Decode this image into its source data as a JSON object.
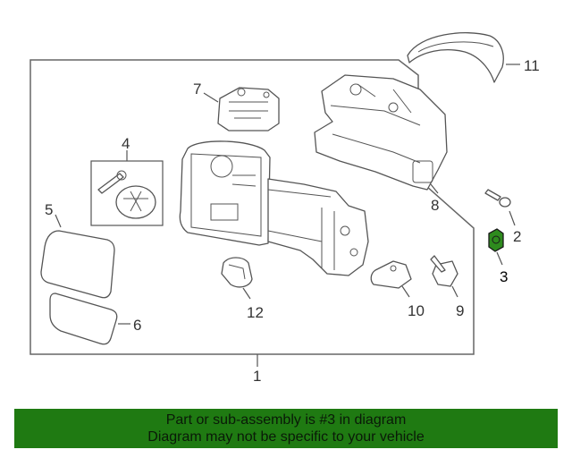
{
  "diagram": {
    "callouts": {
      "c1": "1",
      "c2": "2",
      "c3": "3",
      "c4": "4",
      "c5": "5",
      "c6": "6",
      "c7": "7",
      "c8": "8",
      "c9": "9",
      "c10": "10",
      "c11": "11",
      "c12": "12"
    },
    "highlighted_part": "3",
    "highlight_color": "#2e8b1e"
  },
  "banner": {
    "line1": "Part or sub-assembly is #3 in diagram",
    "line2": "Diagram may not be specific to your vehicle",
    "background_color": "#1f7a12"
  }
}
